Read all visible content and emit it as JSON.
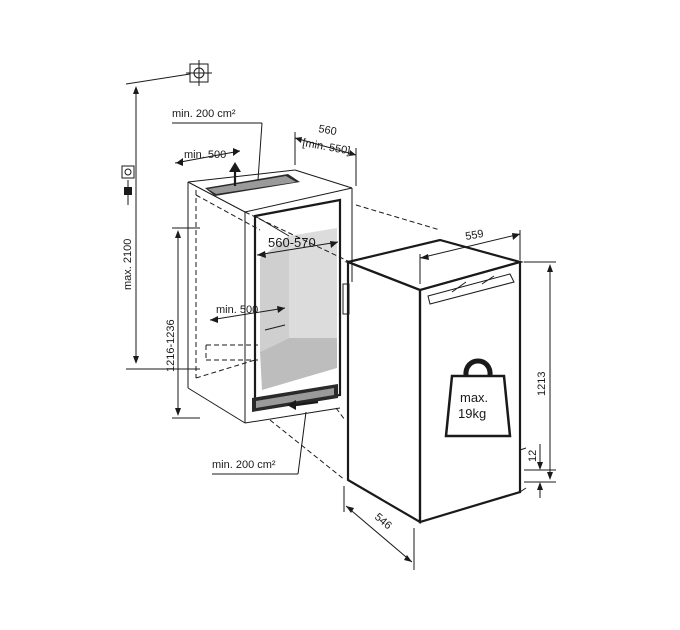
{
  "labels": {
    "max_height": "max. 2100",
    "vent_top": "min. 200 cm²",
    "vent_top_depth": "min. 500",
    "niche_width": "560",
    "niche_width_min": "[min. 550]",
    "niche_inner_width": "560-570",
    "niche_height": "1216-1236",
    "vent_bottom_depth": "min. 500",
    "vent_bottom": "min. 200 cm²",
    "appliance_width": "559",
    "appliance_height": "1213",
    "plinth_height": "12",
    "appliance_depth": "546",
    "weight_line1": "max.",
    "weight_line2": "19kg"
  },
  "icons": {
    "top": "target-crosshair-icon",
    "side": "power-plug-icon"
  }
}
